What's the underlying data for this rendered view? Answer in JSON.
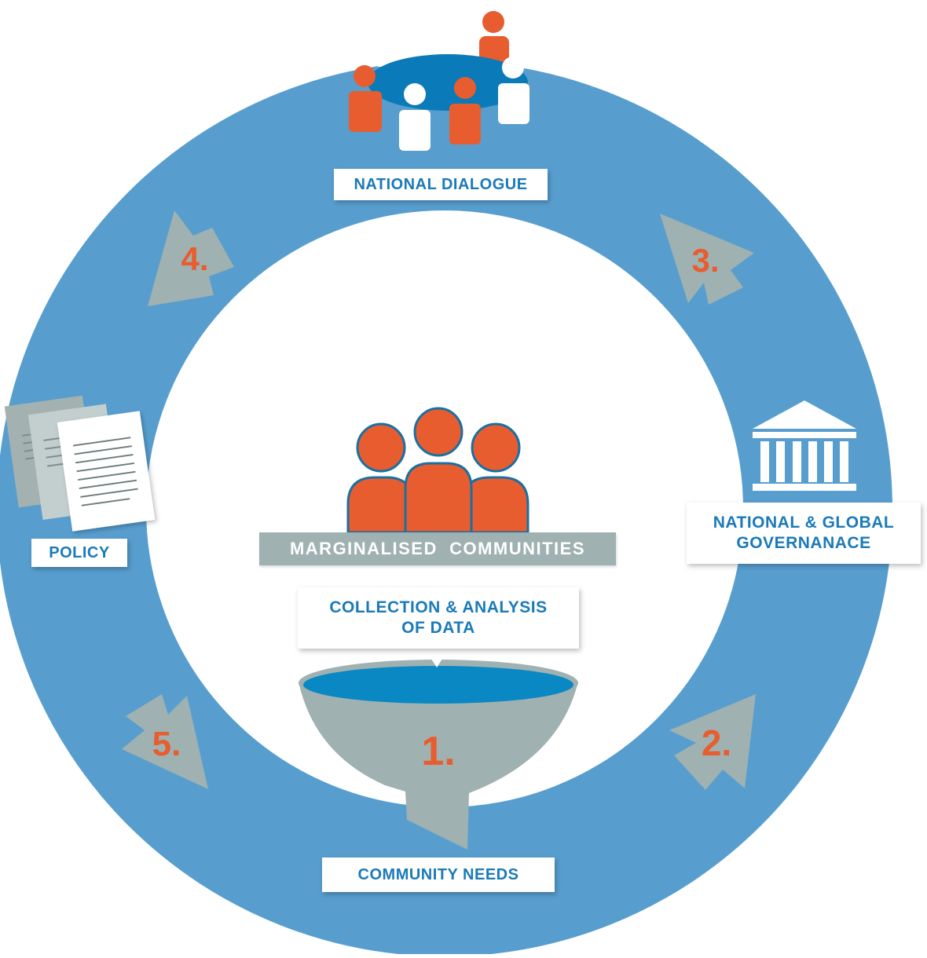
{
  "labels": {
    "national_dialogue": "NATIONAL DIALOGUE",
    "national_global_governance": "NATIONAL & GLOBAL\nGOVERNANACE",
    "policy": "POLICY",
    "community_needs": "COMMUNITY NEEDS",
    "collection_analysis": "COLLECTION & ANALYSIS\nOF DATA",
    "marginalised_communities": "MARGINALISED  COMMUNITIES"
  },
  "steps": [
    "1.",
    "2.",
    "3.",
    "4.",
    "5."
  ],
  "icons": {
    "top": "meeting-table-people-icon",
    "right": "government-building-icon",
    "left": "policy-documents-icon",
    "center": "community-people-icon",
    "funnel": "funnel-icon"
  },
  "colors": {
    "ring": "#579ecf",
    "accent_orange": "#e85d2f",
    "label_text": "#1a7ab8",
    "arrow_gray": "#9fb1b0",
    "table_blue": "#0b7ab8"
  }
}
